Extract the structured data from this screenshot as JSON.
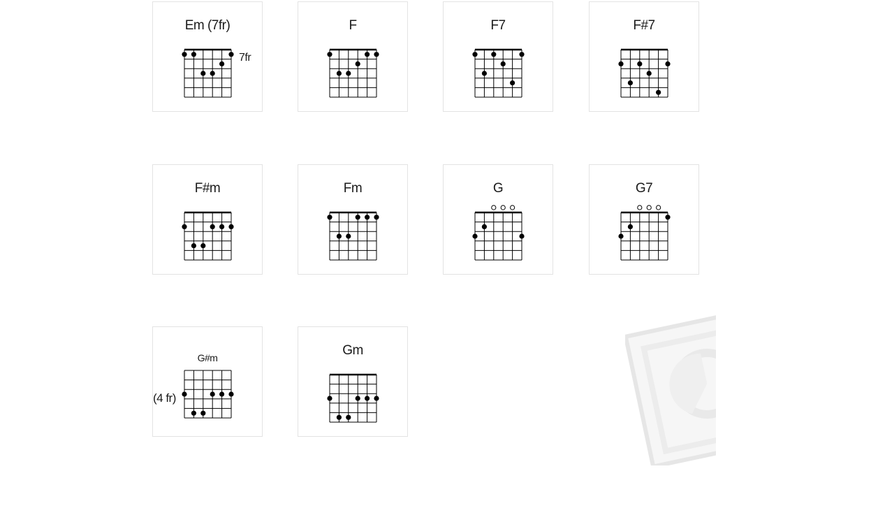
{
  "chords": [
    {
      "name": "Em (7fr)",
      "fret_label": "7fr",
      "fret_label_side": "right",
      "nut": true,
      "dots": [
        [
          1,
          1
        ],
        [
          2,
          1
        ],
        [
          3,
          3
        ],
        [
          4,
          3
        ],
        [
          5,
          2
        ],
        [
          6,
          1
        ]
      ],
      "open": []
    },
    {
      "name": "F",
      "fret_label": "",
      "nut": true,
      "dots": [
        [
          1,
          1
        ],
        [
          2,
          3
        ],
        [
          3,
          3
        ],
        [
          4,
          2
        ],
        [
          5,
          1
        ],
        [
          6,
          1
        ]
      ],
      "open": []
    },
    {
      "name": "F7",
      "fret_label": "",
      "nut": true,
      "dots": [
        [
          1,
          1
        ],
        [
          2,
          3
        ],
        [
          3,
          1
        ],
        [
          4,
          2
        ],
        [
          5,
          4
        ],
        [
          6,
          1
        ]
      ],
      "open": []
    },
    {
      "name": "F#7",
      "fret_label": "",
      "nut": true,
      "dots": [
        [
          1,
          2
        ],
        [
          2,
          4
        ],
        [
          3,
          2
        ],
        [
          4,
          3
        ],
        [
          5,
          5
        ],
        [
          6,
          2
        ]
      ],
      "open": []
    },
    {
      "name": "F#m",
      "fret_label": "",
      "nut": true,
      "dots": [
        [
          1,
          2
        ],
        [
          2,
          4
        ],
        [
          3,
          4
        ],
        [
          4,
          2
        ],
        [
          5,
          2
        ],
        [
          6,
          2
        ]
      ],
      "open": []
    },
    {
      "name": "Fm",
      "fret_label": "",
      "nut": true,
      "dots": [
        [
          1,
          1
        ],
        [
          2,
          3
        ],
        [
          3,
          3
        ],
        [
          4,
          1
        ],
        [
          5,
          1
        ],
        [
          6,
          1
        ]
      ],
      "open": []
    },
    {
      "name": "G",
      "fret_label": "",
      "nut": true,
      "dots": [
        [
          1,
          3
        ],
        [
          2,
          2
        ],
        [
          6,
          3
        ]
      ],
      "open": [
        3,
        4,
        5
      ]
    },
    {
      "name": "G7",
      "fret_label": "",
      "nut": true,
      "dots": [
        [
          1,
          3
        ],
        [
          2,
          2
        ],
        [
          6,
          1
        ]
      ],
      "open": [
        3,
        4,
        5
      ]
    },
    {
      "name": "G#m",
      "fret_label": "(4 fr)",
      "fret_label_side": "left",
      "nut": false,
      "small_name": true,
      "dots": [
        [
          1,
          3
        ],
        [
          2,
          5
        ],
        [
          3,
          5
        ],
        [
          4,
          3
        ],
        [
          5,
          3
        ],
        [
          6,
          3
        ]
      ],
      "open": []
    },
    {
      "name": "Gm",
      "fret_label": "",
      "nut": true,
      "dots": [
        [
          1,
          3
        ],
        [
          2,
          5
        ],
        [
          3,
          5
        ],
        [
          4,
          3
        ],
        [
          5,
          3
        ],
        [
          6,
          3
        ]
      ],
      "open": []
    }
  ]
}
